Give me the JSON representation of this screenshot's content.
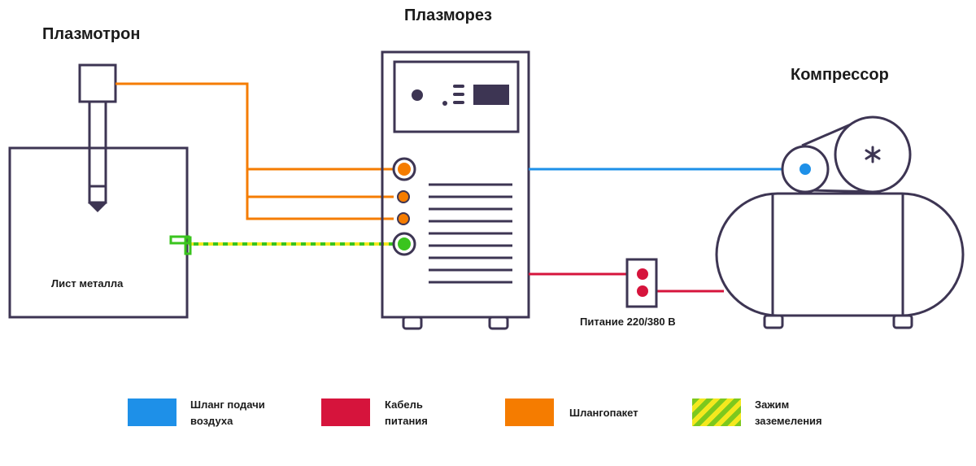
{
  "labels": {
    "torch": "Плазмотрон",
    "cutter": "Плазморез",
    "compressor": "Компрессор",
    "metal_sheet": "Лист металла",
    "power": "Питание 220/380 В"
  },
  "legend": [
    {
      "id": "air",
      "line1": "Шланг подачи",
      "line2": "воздуха",
      "color": "#1e90e8"
    },
    {
      "id": "power",
      "line1": "Кабель",
      "line2": "питания",
      "color": "#d6143c"
    },
    {
      "id": "hose",
      "line1": "Шлангопакет",
      "line2": "",
      "color": "#f57c00"
    },
    {
      "id": "ground",
      "line1": "Зажим",
      "line2": "заземеления",
      "color": "#7cc81e",
      "stripe_color": "#f4e81e"
    }
  ],
  "colors": {
    "outline": "#3d3553",
    "air": "#1e90e8",
    "power": "#d6143c",
    "hose": "#f57c00",
    "ground_green": "#3ac41e",
    "ground_yellow": "#f4e81e"
  }
}
